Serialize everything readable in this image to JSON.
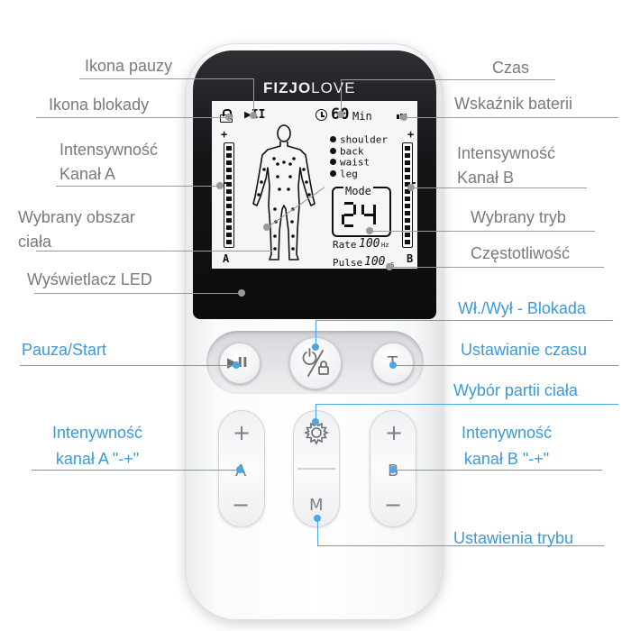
{
  "device": {
    "brand_left": "FIZJO",
    "brand_right": "LOVE",
    "lcd": {
      "time_value": "60",
      "time_unit": "Min",
      "body_areas": [
        "shoulder",
        "back",
        "waist",
        "leg"
      ],
      "mode_label": "Mode",
      "mode_value": "24",
      "rate_label": "Rate",
      "rate_value": "100",
      "rate_unit": "Hz",
      "pulse_label": "Pulse",
      "pulse_value": "100",
      "pulse_unit": "uS",
      "channel_a": "A",
      "channel_b": "B",
      "plus": "+",
      "minus": "-",
      "pause_glyph": "▶II"
    },
    "buttons": {
      "pause_start_glyph": "▶II",
      "time_glyph": "T",
      "plus": "+",
      "minus": "−",
      "channel_a": "A",
      "channel_b": "B",
      "mode": "M"
    }
  },
  "labels": {
    "pause_icon": "Ikona pauzy",
    "lock_icon": "Ikona blokady",
    "intensity_a": "Intensywność\nKanał A",
    "body_area": "Wybrany obszar\nciała",
    "led_display": "Wyświetlacz LED",
    "time": "Czas",
    "battery": "Wskaźnik baterii",
    "intensity_b": "Intensywność\nKanał B",
    "selected_mode": "Wybrany tryb",
    "frequency": "Częstotliwość",
    "power_lock": "Wł./Wył - Blokada",
    "pause_start": "Pauza/Start",
    "set_time": "Ustawianie czasu",
    "body_part_select": "Wybór partii ciała",
    "intensity_a_pm": "Intenywność\nkanał A \"-+\"",
    "intensity_b_pm": "Intenywność\nkanał B \"-+\"",
    "mode_settings": "Ustawienia trybu"
  },
  "colors": {
    "gray_label": "#7a7a7a",
    "blue_label": "#3b9ad9"
  }
}
